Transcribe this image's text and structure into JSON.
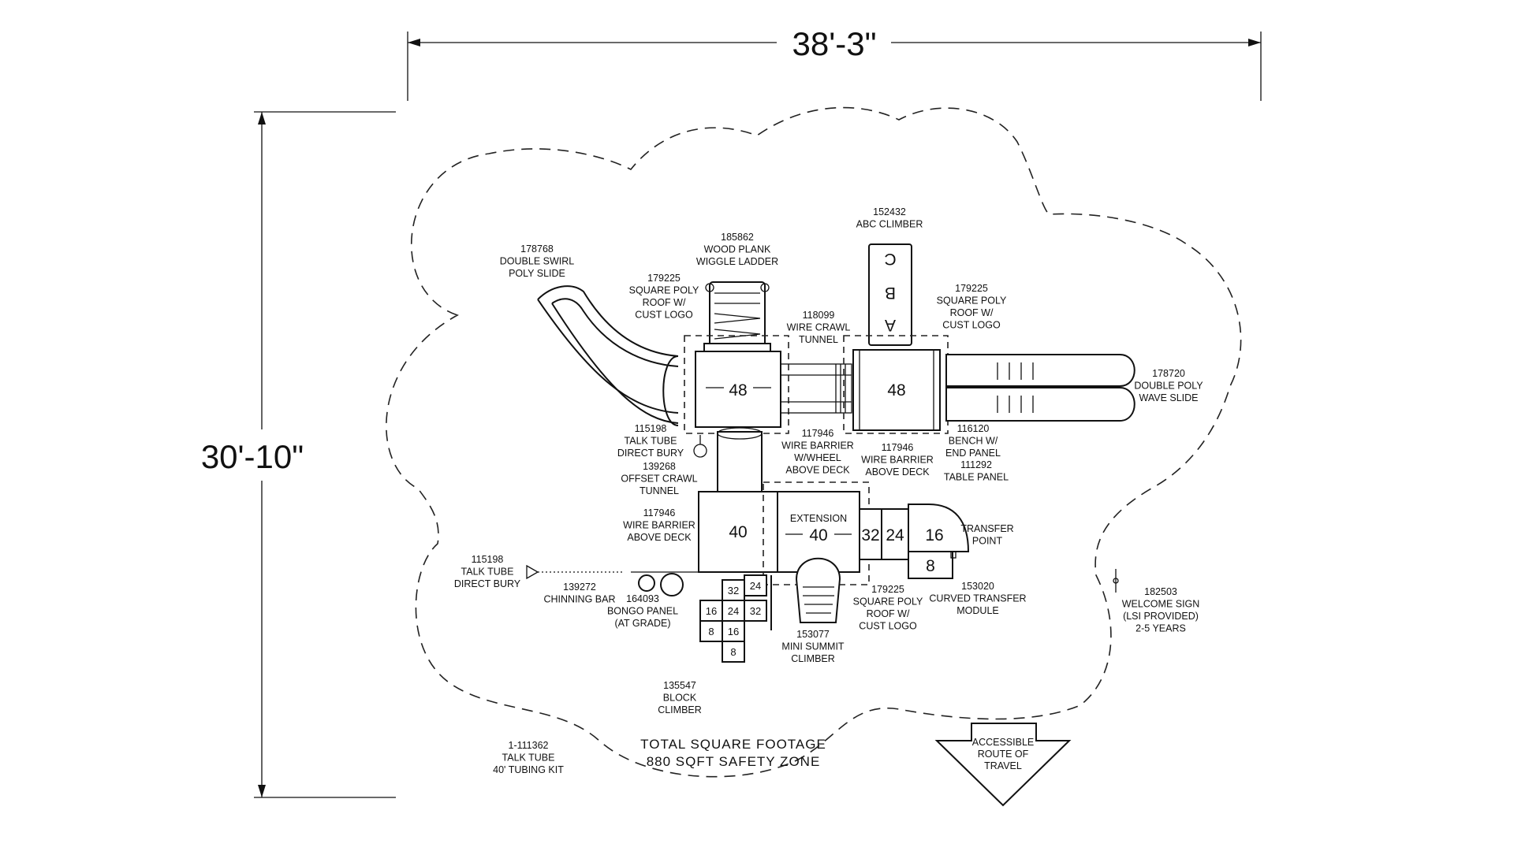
{
  "dimensions": {
    "width_label": "38'-3\"",
    "height_label": "30'-10\""
  },
  "components": [
    {
      "id": "double-swirl-slide",
      "lines": [
        "178768",
        "DOUBLE SWIRL",
        "POLY SLIDE"
      ]
    },
    {
      "id": "wiggle-ladder",
      "lines": [
        "185862",
        "WOOD PLANK",
        "WIGGLE LADDER"
      ]
    },
    {
      "id": "roof-left",
      "lines": [
        "179225",
        "SQUARE POLY",
        "ROOF W/",
        "CUST LOGO"
      ]
    },
    {
      "id": "abc-climber",
      "lines": [
        "152432",
        "ABC CLIMBER"
      ]
    },
    {
      "id": "roof-right",
      "lines": [
        "179225",
        "SQUARE POLY",
        "ROOF W/",
        "CUST LOGO"
      ]
    },
    {
      "id": "crawl-tunnel",
      "lines": [
        "118099",
        "WIRE CRAWL",
        "TUNNEL"
      ]
    },
    {
      "id": "wave-slide",
      "lines": [
        "178720",
        "DOUBLE POLY",
        "WAVE SLIDE"
      ]
    },
    {
      "id": "talk-tube-upper",
      "lines": [
        "115198",
        "TALK TUBE",
        "DIRECT BURY"
      ]
    },
    {
      "id": "barrier-wheel",
      "lines": [
        "117946",
        "WIRE BARRIER",
        "W/WHEEL",
        "ABOVE DECK"
      ]
    },
    {
      "id": "barrier-right",
      "lines": [
        "117946",
        "WIRE BARRIER",
        "ABOVE DECK"
      ]
    },
    {
      "id": "bench",
      "lines": [
        "116120",
        "BENCH W/",
        "END PANEL"
      ]
    },
    {
      "id": "table-panel",
      "lines": [
        "111292",
        "TABLE PANEL"
      ]
    },
    {
      "id": "offset-tunnel",
      "lines": [
        "139268",
        "OFFSET CRAWL",
        "TUNNEL"
      ]
    },
    {
      "id": "barrier-left",
      "lines": [
        "117946",
        "WIRE BARRIER",
        "ABOVE DECK"
      ]
    },
    {
      "id": "transfer-point",
      "lines": [
        "TRANSFER",
        "POINT"
      ]
    },
    {
      "id": "talk-tube-lower",
      "lines": [
        "115198",
        "TALK TUBE",
        "DIRECT BURY"
      ]
    },
    {
      "id": "chinning-bar",
      "lines": [
        "139272",
        "CHINNING BAR"
      ]
    },
    {
      "id": "curved-transfer",
      "lines": [
        "153020",
        "CURVED TRANSFER",
        "MODULE"
      ]
    },
    {
      "id": "welcome-sign",
      "lines": [
        "182503",
        "WELCOME SIGN",
        "(LSI PROVIDED)",
        "2-5 YEARS"
      ]
    },
    {
      "id": "roof-bottom",
      "lines": [
        "179225",
        "SQUARE POLY",
        "ROOF W/",
        "CUST LOGO"
      ]
    },
    {
      "id": "bongo-panel",
      "lines": [
        "164093",
        "BONGO PANEL",
        "(AT GRADE)"
      ]
    },
    {
      "id": "mini-summit",
      "lines": [
        "153077",
        "MINI SUMMIT",
        "CLIMBER"
      ]
    },
    {
      "id": "block-climber",
      "lines": [
        "135547",
        "BLOCK",
        "CLIMBER"
      ]
    },
    {
      "id": "tubing-kit",
      "lines": [
        "1-111362",
        "TALK TUBE",
        "40' TUBING KIT"
      ]
    }
  ],
  "decks": {
    "upper_left": "48",
    "upper_right": "48",
    "lower_left": "40",
    "extension_label": "EXTENSION",
    "extension_height": "40",
    "step_a": "32",
    "step_b": "24",
    "transfer_upper": "16",
    "transfer_lower": "8"
  },
  "block_climber_heights": [
    "32",
    "24",
    "16",
    "24",
    "32",
    "8",
    "16",
    "8"
  ],
  "abc_letters": [
    "A",
    "B",
    "C"
  ],
  "safety_zone": {
    "line1": "TOTAL SQUARE FOOTAGE",
    "line2": "880 SQFT SAFETY ZONE"
  },
  "accessible_route": [
    "ACCESSIBLE",
    "ROUTE OF",
    "TRAVEL"
  ]
}
